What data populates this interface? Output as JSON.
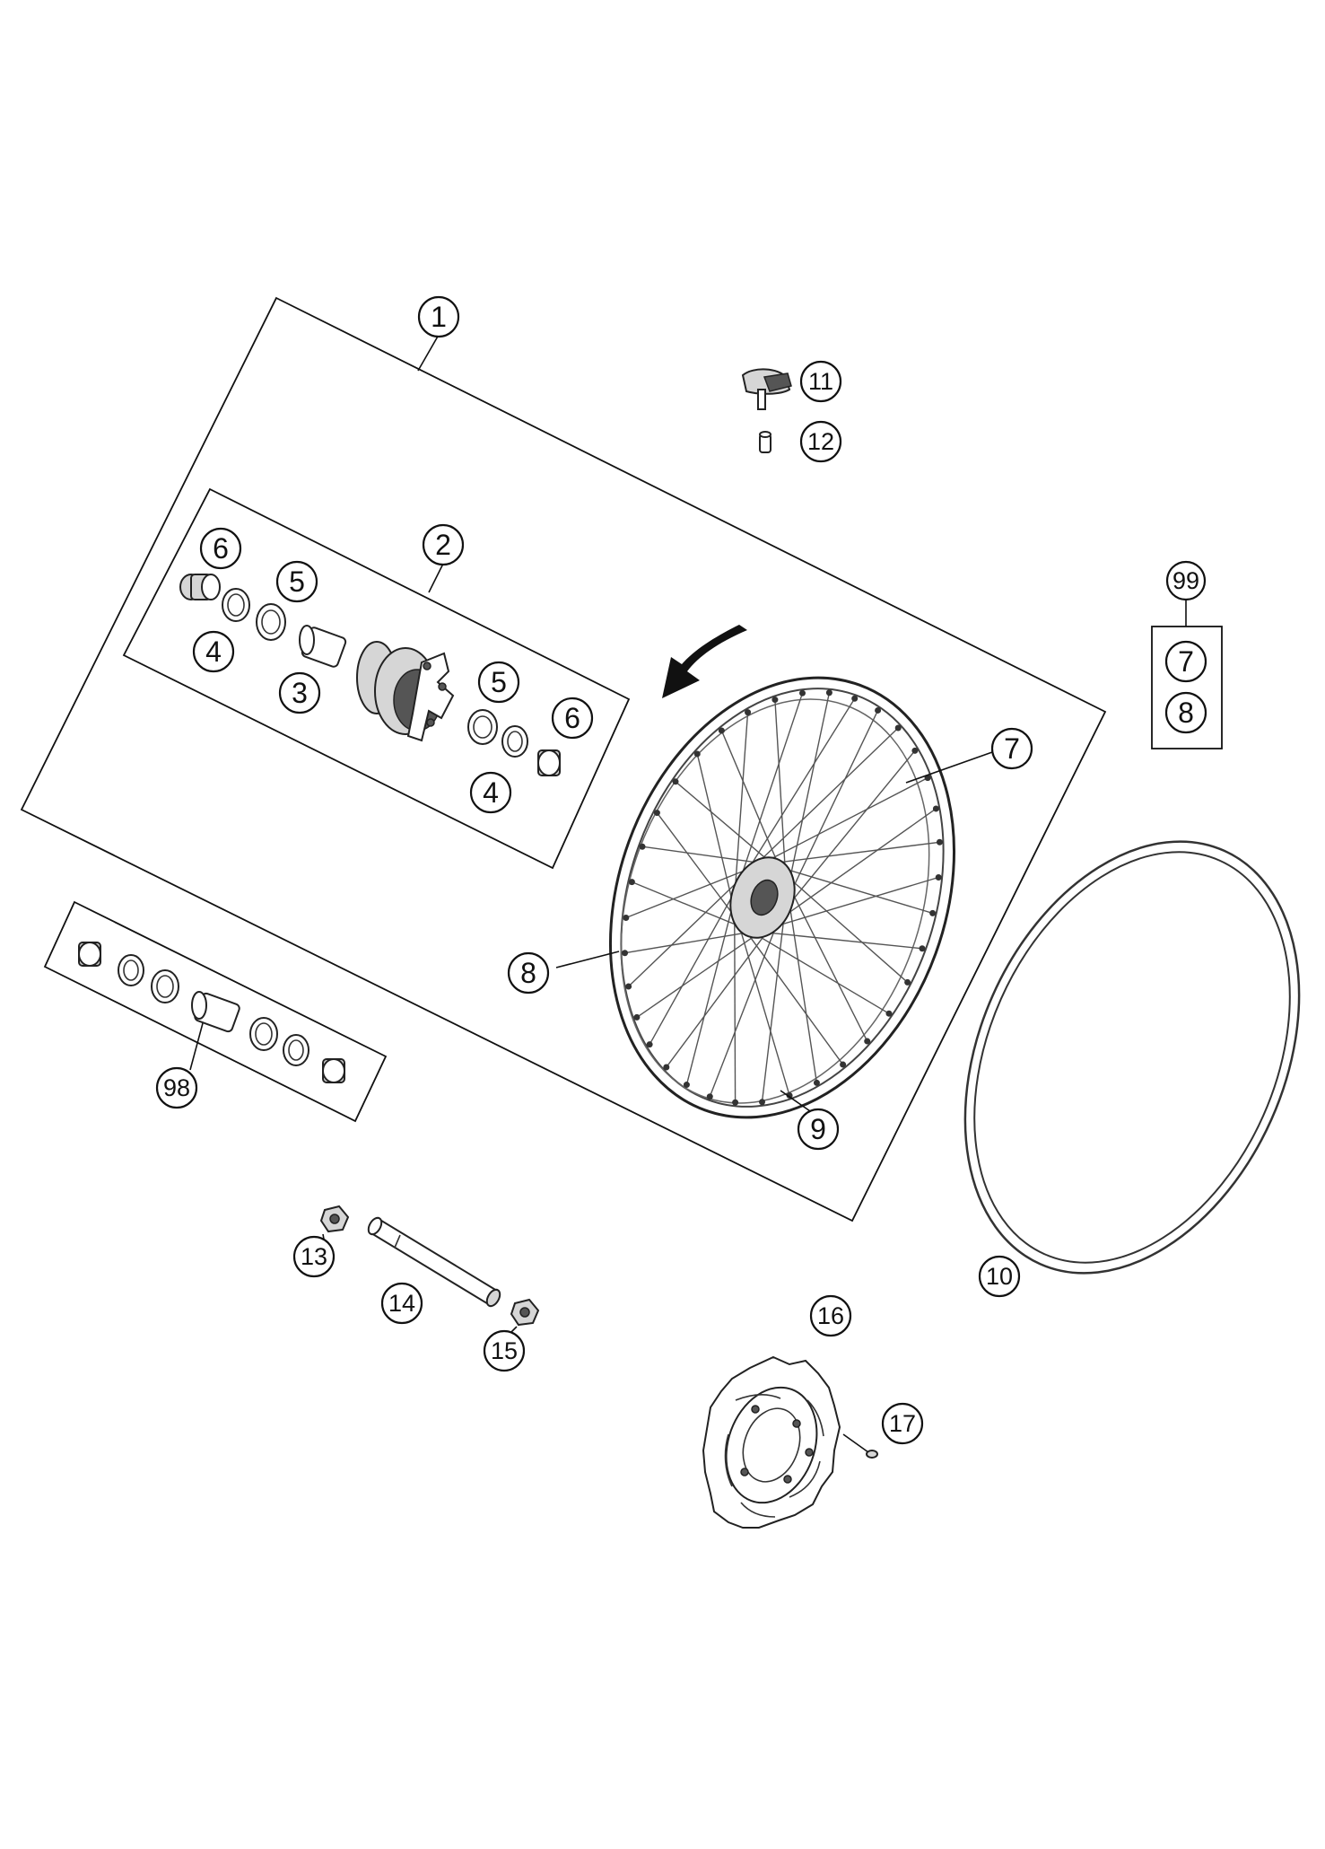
{
  "diagram": {
    "callouts": [
      {
        "id": "c1",
        "label": "1"
      },
      {
        "id": "c2",
        "label": "2"
      },
      {
        "id": "c3",
        "label": "3"
      },
      {
        "id": "c4a",
        "label": "4"
      },
      {
        "id": "c4b",
        "label": "4"
      },
      {
        "id": "c5a",
        "label": "5"
      },
      {
        "id": "c5b",
        "label": "5"
      },
      {
        "id": "c6a",
        "label": "6"
      },
      {
        "id": "c6b",
        "label": "6"
      },
      {
        "id": "c7",
        "label": "7"
      },
      {
        "id": "c8",
        "label": "8"
      },
      {
        "id": "c9",
        "label": "9"
      },
      {
        "id": "c10",
        "label": "10"
      },
      {
        "id": "c11",
        "label": "11"
      },
      {
        "id": "c12",
        "label": "12"
      },
      {
        "id": "c13",
        "label": "13"
      },
      {
        "id": "c14",
        "label": "14"
      },
      {
        "id": "c15",
        "label": "15"
      },
      {
        "id": "c16",
        "label": "16"
      },
      {
        "id": "c17",
        "label": "17"
      },
      {
        "id": "c98",
        "label": "98"
      },
      {
        "id": "c99",
        "label": "99"
      },
      {
        "id": "c99_7",
        "label": "7"
      },
      {
        "id": "c99_8",
        "label": "8"
      }
    ]
  }
}
